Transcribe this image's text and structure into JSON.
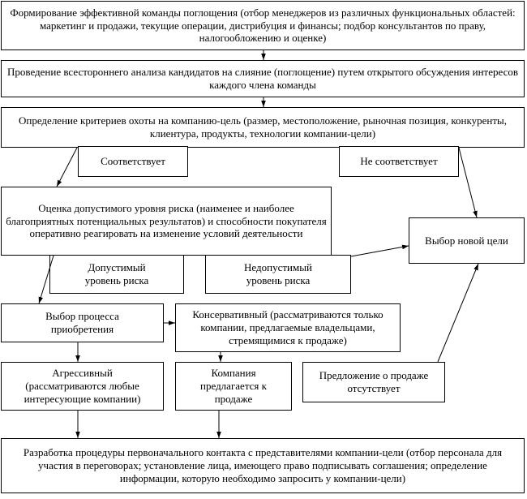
{
  "boxes": {
    "team": "Формирование эффективной команды поглощения (отбор менеджеров из различных функциональных областей: маркетинг и продажи, текущие операции, дистрибуция и финансы; подбор консультантов по праву, налогообложению и оценке)",
    "analysis": "Проведение всестороннего анализа кандидатов на слияние (поглощение) путем открытого обсуждения интересов каждого члена команды",
    "criteria": "Определение критериев охоты на компанию-цель (размер, местоположение, рыночная позиция, конкуренты, клиентура, продукты, технологии компании-цели)",
    "matches": "Соответствует",
    "not_matches": "Не соответствует",
    "risk": "Оценка допустимого уровня риска (наименее и наиболее благоприятных потенциальных результатов) и способности покупателя оперативно реагировать на изменение условий деятельности",
    "new_target": "Выбор новой цели",
    "acceptable_risk": "Допустимый уровень риска",
    "unacceptable_risk": "Недопустимый уровень риска",
    "process": "Выбор процесса приобретения",
    "conservative": "Консервативный (рассматриваются только компании, предлагаемые владельцами, стремящимися к продаже)",
    "aggressive": "Агрессивный (рассматриваются любые интересующие компании)",
    "offered": "Компания предлагается к продаже",
    "no_offer": "Предложение о продаже отсутствует",
    "procedure": "Разработка процедуры первоначального контакта с представителями компании-цели (отбор персонала для участия в переговорах; установление лица, имеющего право подписывать соглашения; определение информации, которую необходимо запросить у компании-цели)"
  }
}
